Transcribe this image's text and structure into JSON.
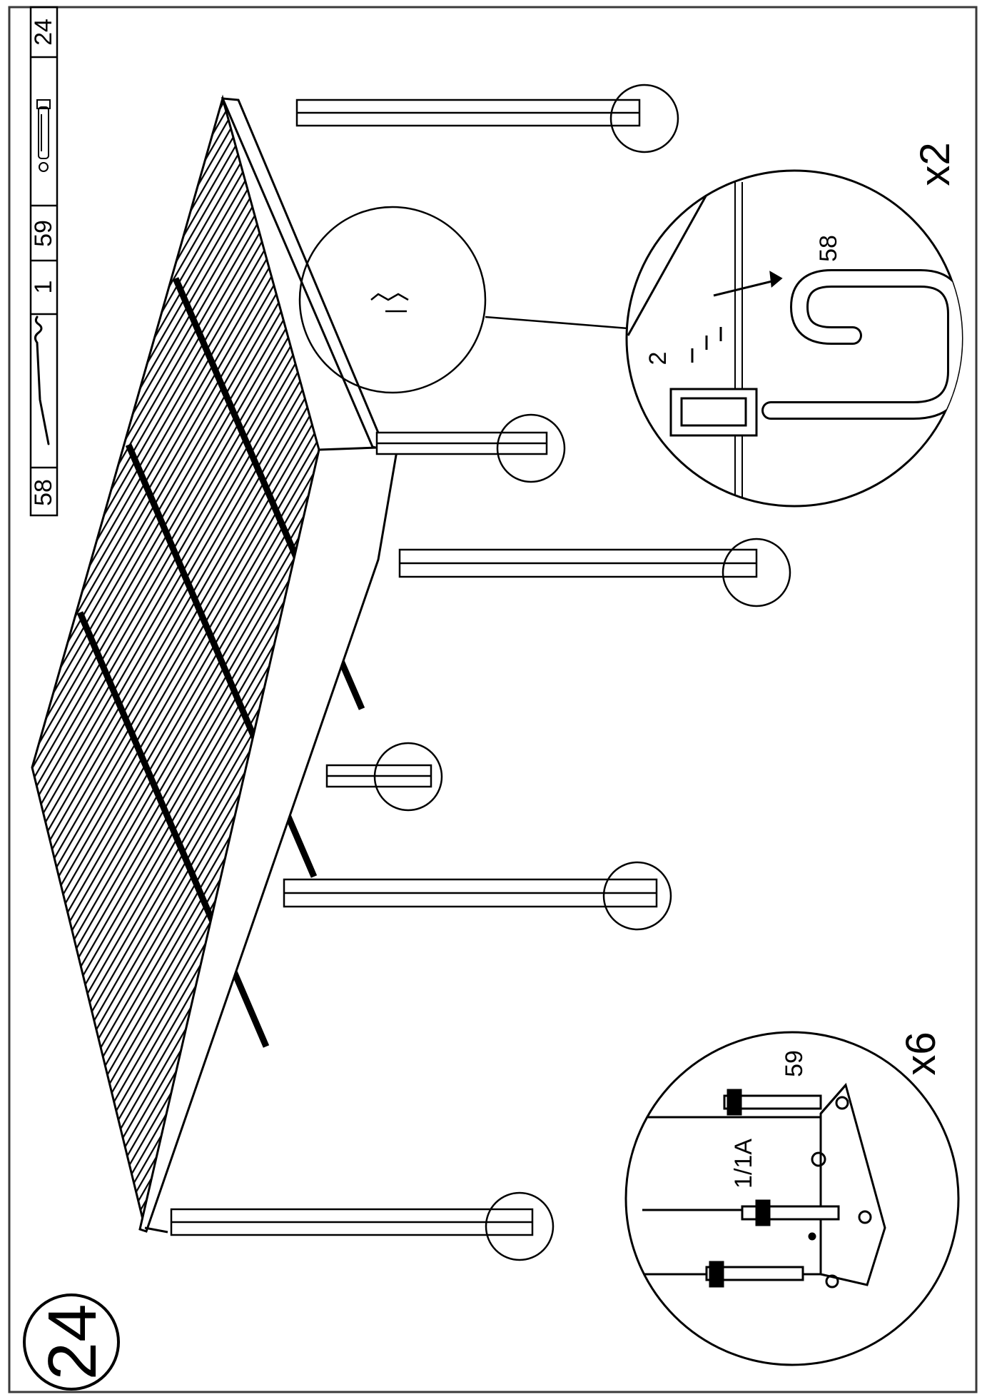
{
  "step": {
    "number": "24"
  },
  "parts_strip": {
    "items": [
      {
        "label": "58",
        "icon": "rod-hook-icon"
      },
      {
        "label": "1",
        "icon": ""
      },
      {
        "label": "59",
        "icon": ""
      },
      {
        "label": "24",
        "icon": "bolt-icon"
      }
    ]
  },
  "detail_hook": {
    "quantity": "x2",
    "part_label_a": "58",
    "part_label_b": "2"
  },
  "detail_anchor": {
    "quantity": "x6",
    "part_label_a": "59",
    "part_label_b": "1/1A"
  },
  "colors": {
    "ink": "#000000",
    "paper": "#ffffff",
    "frame": "#3a3a3a"
  }
}
